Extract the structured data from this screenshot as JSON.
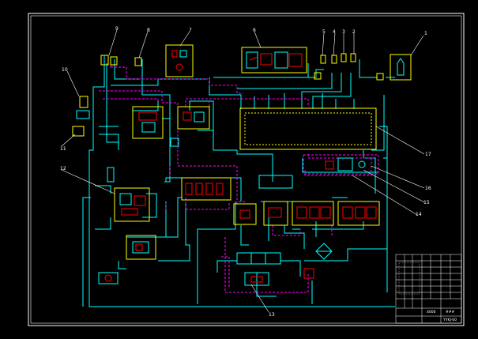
{
  "colors": {
    "background": "#000000",
    "border": "#ffffff",
    "pipe": "#00ffff",
    "pilot_line": "#ff00ff",
    "component": "#ffff00",
    "component_inner": "#ff0000",
    "label": "#ffffff"
  },
  "labels": {
    "n1": "1",
    "n2": "2",
    "n3": "3",
    "n4": "4",
    "n5": "5",
    "n6": "6",
    "n7": "7",
    "n8": "8",
    "n9": "9",
    "n10": "10",
    "n11": "11",
    "n12": "12",
    "n13": "13",
    "n14": "14",
    "n15": "15",
    "n16": "16",
    "n17": "17"
  },
  "title_block": {
    "cell_a": "4000",
    "cell_b": "###",
    "cell_c": "YYKJ-00"
  }
}
